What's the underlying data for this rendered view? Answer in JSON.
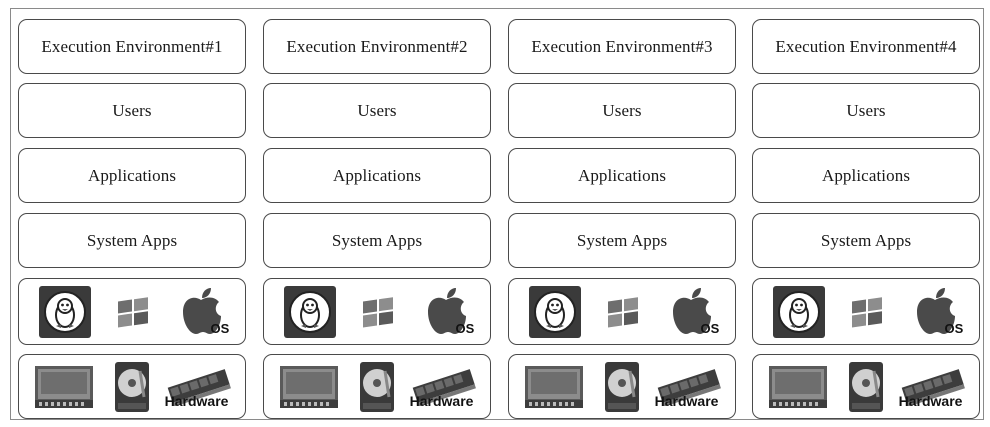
{
  "environments": [
    {
      "title": "Execution Environment#1",
      "users": "Users",
      "applications": "Applications",
      "system_apps": "System Apps",
      "os": {
        "os_label": "OS",
        "icons": [
          "linux-tux-icon",
          "windows-flag-icon",
          "apple-icon"
        ]
      },
      "hardware": {
        "label": "Hardware",
        "icons": [
          "cpu-chip-icon",
          "hard-disk-icon",
          "memory-module-icon"
        ]
      }
    },
    {
      "title": "Execution Environment#2",
      "users": "Users",
      "applications": "Applications",
      "system_apps": "System Apps",
      "os": {
        "os_label": "OS",
        "icons": [
          "linux-tux-icon",
          "windows-flag-icon",
          "apple-icon"
        ]
      },
      "hardware": {
        "label": "Hardware",
        "icons": [
          "cpu-chip-icon",
          "hard-disk-icon",
          "memory-module-icon"
        ]
      }
    },
    {
      "title": "Execution Environment#3",
      "users": "Users",
      "applications": "Applications",
      "system_apps": "System Apps",
      "os": {
        "os_label": "OS",
        "icons": [
          "linux-tux-icon",
          "windows-flag-icon",
          "apple-icon"
        ]
      },
      "hardware": {
        "label": "Hardware",
        "icons": [
          "cpu-chip-icon",
          "hard-disk-icon",
          "memory-module-icon"
        ]
      }
    },
    {
      "title": "Execution Environment#4",
      "users": "Users",
      "applications": "Applications",
      "system_apps": "System Apps",
      "os": {
        "os_label": "OS",
        "icons": [
          "linux-tux-icon",
          "windows-flag-icon",
          "apple-icon"
        ]
      },
      "hardware": {
        "label": "Hardware",
        "icons": [
          "cpu-chip-icon",
          "hard-disk-icon",
          "memory-module-icon"
        ]
      }
    }
  ]
}
